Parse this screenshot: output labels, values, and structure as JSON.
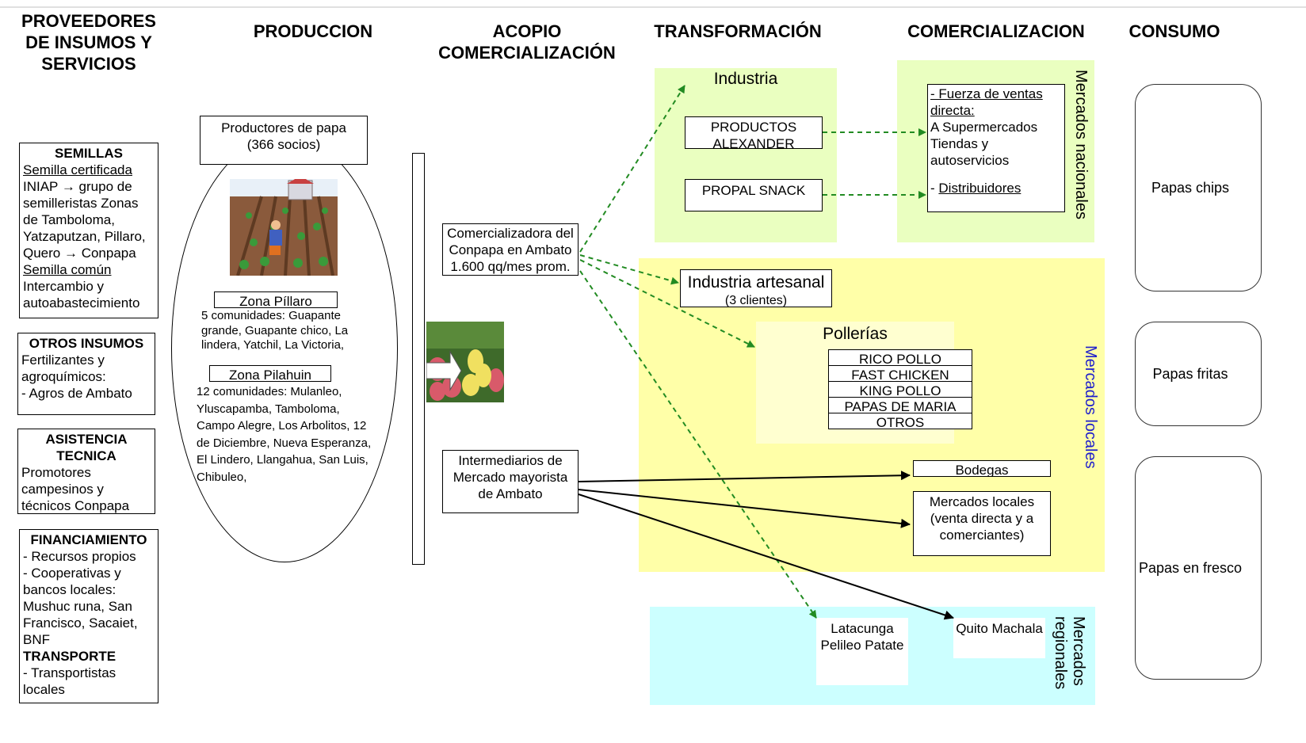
{
  "headers": {
    "proveedores": "PROVEEDORES DE INSUMOS Y SERVICIOS",
    "produccion": "PRODUCCION",
    "acopio": "ACOPIO COMERCIALIZACIÓN",
    "transformacion": "TRANSFORMACIÓN",
    "comercializacion": "COMERCIALIZACION",
    "consumo": "CONSUMO"
  },
  "proveedores": {
    "semillas": {
      "title": "SEMILLAS",
      "certificada_label": "Semilla certificada",
      "certificada_text": "INIAP → grupo de semilleristas Zonas de Tamboloma, Yatzaputzan, Pillaro, Quero → Conpapa",
      "comun_label": "Semilla común",
      "comun_text": "Intercambio y autoabastecimiento"
    },
    "otros_insumos": {
      "title": "OTROS INSUMOS",
      "text": "Fertilizantes y agroquímicos:",
      "item": "- Agros de Ambato"
    },
    "asistencia": {
      "title": "ASISTENCIA TECNICA",
      "text": "Promotores campesinos y técnicos Conpapa"
    },
    "financiamiento": {
      "title": "FINANCIAMIENTO",
      "item1": "- Recursos propios",
      "item2": "- Cooperativas y bancos locales: Mushuc runa, San Francisco, Sacaiet, BNF",
      "transporte_title": "TRANSPORTE",
      "transporte_item": "- Transportistas locales"
    }
  },
  "produccion": {
    "productores": "Productores de papa (366 socios)",
    "zona_pillaro": "Zona Píllaro",
    "zona_pillaro_text": "5 comunidades: Guapante grande, Guapante chico, La lindera, Yatchil, La Victoria,",
    "zona_pilahuin": "Zona Pilahuin",
    "zona_pilahuin_text": "12 comunidades: Mulanleo, Yluscapamba, Tamboloma, Campo Alegre, Los Arbolitos, 12 de Diciembre, Nueva Esperanza, El Lindero, Llangahua, San Luis, Chibuleo,"
  },
  "acopio": {
    "comercializadora": "Comercializadora del Conpapa en Ambato 1.600 qq/mes prom.",
    "intermediarios": "Intermediarios de Mercado mayorista de Ambato"
  },
  "transformacion": {
    "industria": "Industria",
    "alexander": "PRODUCTOS ALEXANDER",
    "propal": "PROPAL SNACK",
    "artesanal": "Industria artesanal",
    "artesanal_clientes": "(3 clientes)",
    "pollerias": "Pollerías",
    "pollerias_items": [
      "RICO POLLO",
      "FAST CHICKEN",
      "KING POLLO",
      "PAPAS DE MARIA",
      "OTROS"
    ]
  },
  "comercializacion": {
    "fuerza": "- Fuerza de ventas directa:",
    "fuerza_items": "A Supermercados Tiendas y autoservicios",
    "distribuidores_dash": "- ",
    "distribuidores": "Distribuidores",
    "bodegas": "Bodegas",
    "mercados_locales_box": "Mercados locales (venta directa y a comerciantes)",
    "latacunga": "Latacunga Pelileo Patate",
    "quito": "Quito Machala"
  },
  "zone_labels": {
    "nacionales": "Mercados nacionales",
    "locales": "Mercados locales",
    "regionales": "Mercados regionales"
  },
  "consumo": {
    "chips": "Papas chips",
    "fritas": "Papas fritas",
    "fresco": "Papas en fresco"
  },
  "colors": {
    "green_zone": "#eaffc0",
    "yellow_zone": "#ffffa8",
    "cyan_zone": "#ccffff",
    "pollerias_zone": "#ffffd0",
    "green_arrow": "#228b22",
    "blue_label": "#1f1fcc"
  }
}
